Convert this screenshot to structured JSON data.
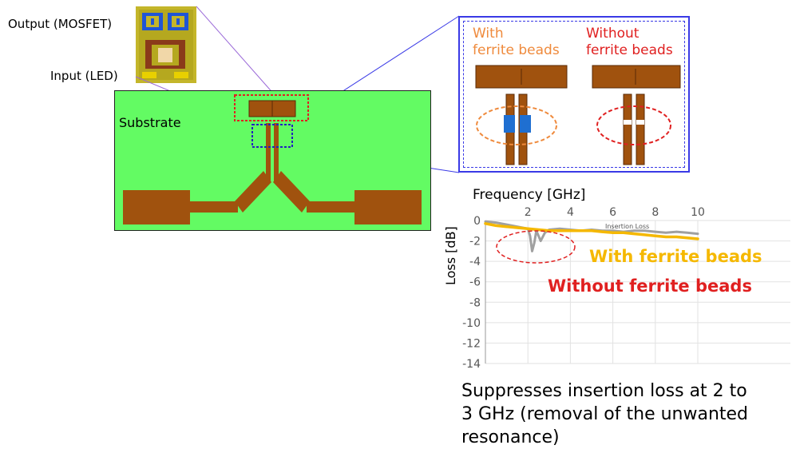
{
  "labels": {
    "output": "Output (MOSFET)",
    "input": "Input (LED)",
    "substrate": "Substrate"
  },
  "zoom": {
    "with_label": "With\nferrite beads",
    "without_label": "Without\nferrite beads"
  },
  "colors": {
    "substrate": "#63fb63",
    "trace": "#a0520e",
    "bead": "#1f6fd1",
    "with_label": "#ef8a3c",
    "without_label": "#e02020",
    "with_series": "#f5b800",
    "without_series": "#a0a0a0",
    "zoom_border": "#3a3ae6"
  },
  "chart_data": {
    "type": "line",
    "title": "Insertion Loss",
    "xlabel": "Frequency [GHz]",
    "ylabel": "Loss [dB]",
    "xlim": [
      0,
      10
    ],
    "ylim": [
      -14,
      0
    ],
    "xticks": [
      "2",
      "4",
      "6",
      "8",
      "10"
    ],
    "yticks": [
      "0",
      "-2",
      "-4",
      "-6",
      "-8",
      "-10",
      "-12",
      "-14"
    ],
    "grid": true,
    "series": [
      {
        "name": "With ferrite beads",
        "x": [
          0,
          0.5,
          1,
          1.5,
          2,
          2.5,
          3,
          3.5,
          4,
          4.5,
          5,
          5.5,
          6,
          6.5,
          7,
          7.5,
          8,
          8.5,
          9,
          9.5,
          10
        ],
        "values": [
          -0.3,
          -0.5,
          -0.6,
          -0.7,
          -0.8,
          -0.9,
          -1.0,
          -1.0,
          -1.0,
          -1.0,
          -1.0,
          -1.1,
          -1.2,
          -1.2,
          -1.3,
          -1.4,
          -1.5,
          -1.6,
          -1.6,
          -1.7,
          -1.8
        ]
      },
      {
        "name": "Without ferrite beads",
        "x": [
          0,
          0.5,
          1,
          1.5,
          2,
          2.1,
          2.2,
          2.3,
          2.4,
          2.6,
          2.8,
          3,
          3.5,
          4,
          4.5,
          5,
          5.5,
          6,
          6.5,
          7,
          7.5,
          8,
          8.5,
          9,
          9.5,
          10
        ],
        "values": [
          -0.1,
          -0.2,
          -0.4,
          -0.6,
          -0.8,
          -1.5,
          -3.0,
          -2.2,
          -1.0,
          -2.0,
          -1.2,
          -0.9,
          -0.8,
          -0.9,
          -1.0,
          -0.9,
          -1.0,
          -1.0,
          -1.1,
          -1.0,
          -1.0,
          -1.1,
          -1.2,
          -1.1,
          -1.2,
          -1.3
        ]
      }
    ]
  },
  "caption": "Suppresses insertion loss at 2 to\n3 GHz (removal of the unwanted\nresonance)"
}
